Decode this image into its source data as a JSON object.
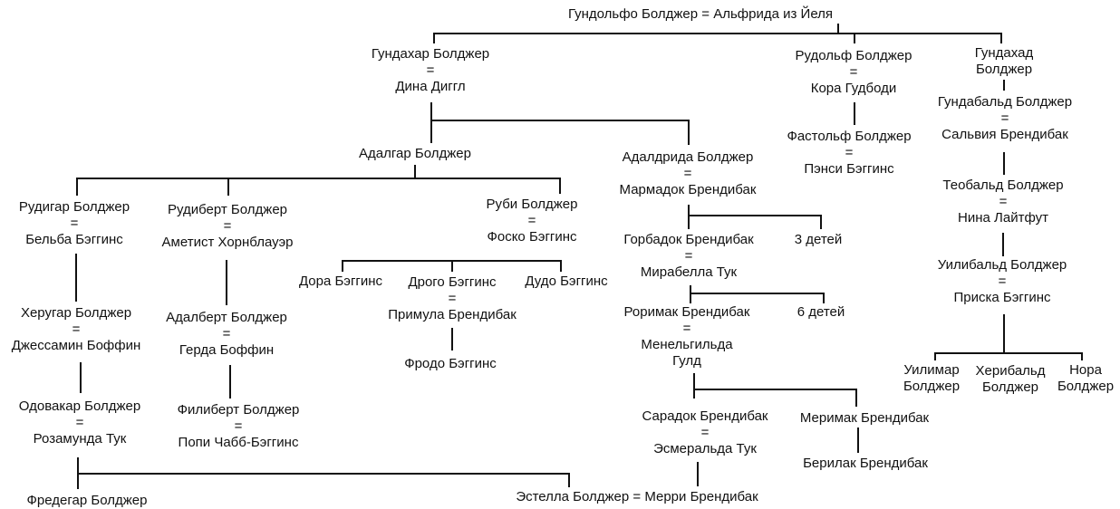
{
  "nodes": {
    "root": [
      "Гундольфо Болджер = Альфрида из Йеля"
    ],
    "gundahar": [
      "Гундахар Болджер",
      "=",
      "Дина Диггл"
    ],
    "rudolf": [
      "Рудольф Болджер",
      "=",
      "Кора Гудбоди"
    ],
    "gundahad": [
      "Гундахад",
      "Болджер"
    ],
    "gundabald": [
      "Гундабальд Болджер",
      "=",
      "Сальвия Брендибак"
    ],
    "fastolf": [
      "Фастольф Болджер",
      "=",
      "Пэнси Бэггинс"
    ],
    "teobald": [
      "Теобальд Болджер",
      "=",
      "Нина Лайтфут"
    ],
    "uilibald": [
      "Уилибальд Болджер",
      "=",
      "Приска Бэггинс"
    ],
    "uilimar": [
      "Уилимар",
      "Болджер"
    ],
    "heribald": [
      "Херибальд",
      "Болджер"
    ],
    "nora": [
      "Нора",
      "Болджер"
    ],
    "adalgar": [
      "Адалгар Болджер"
    ],
    "adaldrida": [
      "Адалдрида Болджер",
      "=",
      "Мармадок Брендибак"
    ],
    "rudigar": [
      "Рудигар Болджер",
      "=",
      "Бельба Бэггинс"
    ],
    "rudibert": [
      "Рудиберт Болджер",
      "=",
      "Аметист Хорнблауэр"
    ],
    "rubi": [
      "Руби Болджер",
      "=",
      "Фоско Бэггинс"
    ],
    "dora": [
      "Дора Бэггинс"
    ],
    "drogo": [
      "Дрого Бэггинс",
      "=",
      "Примула Брендибак"
    ],
    "dudo": [
      "Дудо Бэггинс"
    ],
    "frodo": [
      "Фродо Бэггинс"
    ],
    "herugar": [
      "Херугар Болджер",
      "=",
      "Джессамин Боффин"
    ],
    "odovakar": [
      "Одовакар Болджер",
      "=",
      "Розамунда Тук"
    ],
    "fredegar": [
      "Фредегар Болджер"
    ],
    "adalbert": [
      "Адалберт Болджер",
      "=",
      "Герда Боффин"
    ],
    "filibert": [
      "Филиберт Болджер",
      "=",
      "Попи Чабб-Бэггинс"
    ],
    "gorbadok": [
      "Горбадок Брендибак",
      "=",
      "Мирабелла Тук"
    ],
    "kids3": [
      "3 детей"
    ],
    "rorimak": [
      "Роримак Брендибак",
      "=",
      "Менельгильда",
      "Гулд"
    ],
    "kids6": [
      "6 детей"
    ],
    "saradok": [
      "Сарадок Брендибак",
      "=",
      "Эсмеральда Тук"
    ],
    "merimak": [
      "Меримак Брендибак"
    ],
    "berilak": [
      "Берилак Брендибак"
    ],
    "estella": [
      "Эстелла Болджер = Мерри Брендибак"
    ]
  },
  "colors": {
    "line": "#111111",
    "text": "#111111",
    "background": "#ffffff"
  }
}
